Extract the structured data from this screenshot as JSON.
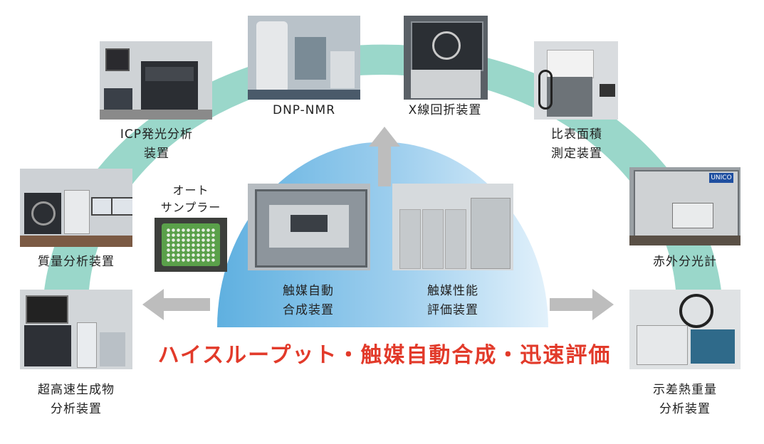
{
  "colors": {
    "outer_arc": "#8fd3c4",
    "inner_dome_light": "#cfe8f6",
    "inner_dome_dark": "#7fbfe6",
    "arrow": "#bdbdbd",
    "title": "#e23a2a",
    "label": "#222222"
  },
  "title": "ハイスループット・触媒自動合成・迅速評価",
  "center": {
    "synthesis_label": "触媒自動\n合成装置",
    "evaluation_label": "触媒性能\n評価装置"
  },
  "instruments": {
    "dnp_nmr": "DNP-NMR",
    "xrd": "X線回折装置",
    "icp": "ICP発光分析\n装置",
    "bet": "比表面積\n測定装置",
    "autosampler": "オート\nサンプラー",
    "ms": "質量分析装置",
    "ir": "赤外分光計",
    "hs_product": "超高速生成物\n分析装置",
    "tg": "示差熱重量\n分析装置"
  },
  "icons": {
    "up": "arrow-up-icon",
    "left": "arrow-left-icon",
    "right": "arrow-right-icon"
  },
  "photo_texts": {
    "ir_brand": "UNICO"
  }
}
